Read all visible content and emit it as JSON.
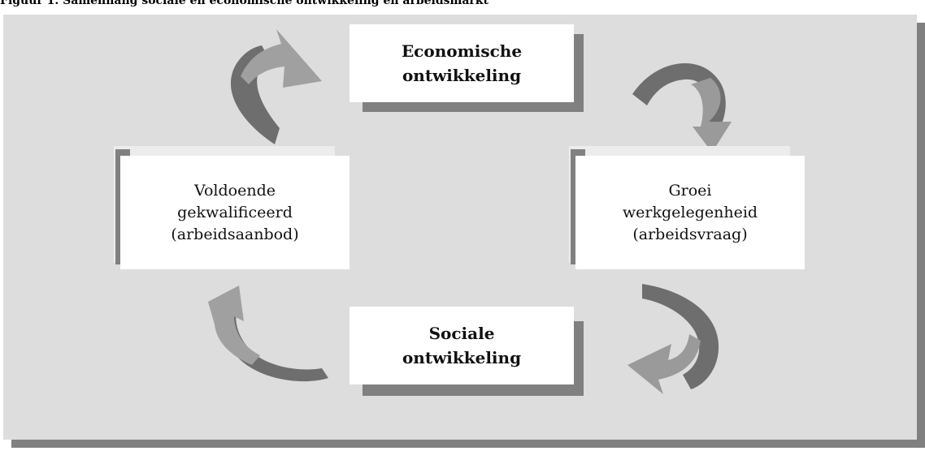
{
  "caption": "Figuur 1. Samenhang sociale en economische ontwikkeling en arbeidsmarkt",
  "boxes": {
    "economic": {
      "line1": "Economische",
      "line2": "ontwikkeling"
    },
    "supply": {
      "line1": "Voldoende",
      "line2": "gekwalificeerd",
      "line3": "(arbeidsaanbod)"
    },
    "demand": {
      "line1": "Groei",
      "line2": "werkgelegenheid",
      "line3": "(arbeidsvraag)"
    },
    "social": {
      "line1": "Sociale",
      "line2": "ontwikkeling"
    }
  },
  "colors": {
    "panel_background": "#dddddd",
    "shadow": "#808080",
    "arrow_light": "#9a9a9a",
    "arrow_dark": "#6e6e6e"
  }
}
